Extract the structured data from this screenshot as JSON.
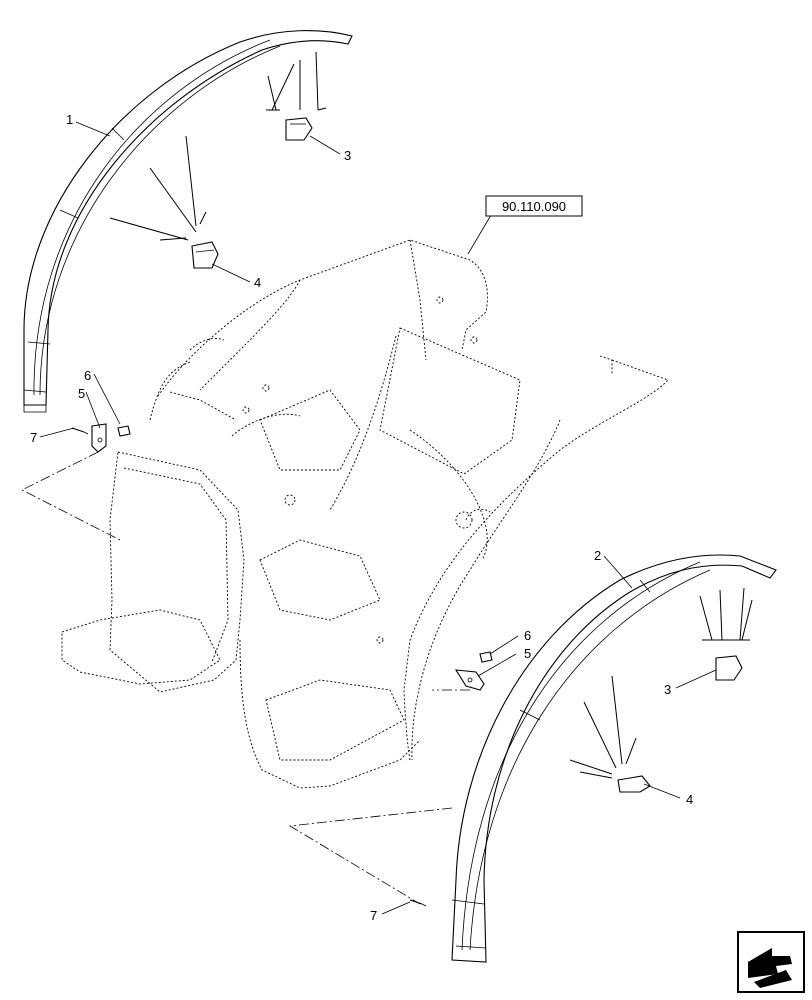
{
  "reference": {
    "label": "90.110.090"
  },
  "callouts": {
    "c1": "1",
    "c2": "2",
    "c3a": "3",
    "c3b": "3",
    "c4a": "4",
    "c4b": "4",
    "c5a": "5",
    "c5b": "5",
    "c6a": "6",
    "c6b": "6",
    "c7a": "7",
    "c7b": "7"
  },
  "icons": {
    "corner": "navigation-arrow-icon"
  }
}
